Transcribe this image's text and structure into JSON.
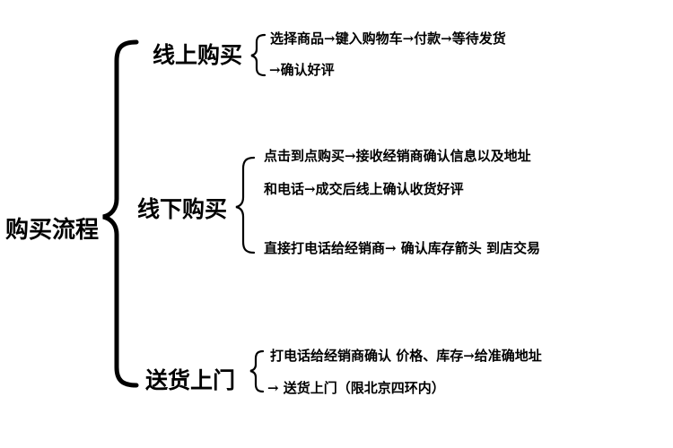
{
  "root": {
    "label": "购买流程"
  },
  "branches": [
    {
      "label": "线上购买",
      "lines": [
        "选择商品→键入购物车→付款→等待发货",
        "→确认好评"
      ]
    },
    {
      "label": "线下购买",
      "lines": [
        "点击到点购买→接收经销商确认信息以及地址",
        "和电话→成交后线上确认收货好评",
        "直接打电话给经销商→ 确认库存箭头 到店交易"
      ]
    },
    {
      "label": "送货上门",
      "lines": [
        "打电话给经销商确认 价格、库存→给准确地址",
        "→ 送货上门（限北京四环内）"
      ]
    }
  ]
}
